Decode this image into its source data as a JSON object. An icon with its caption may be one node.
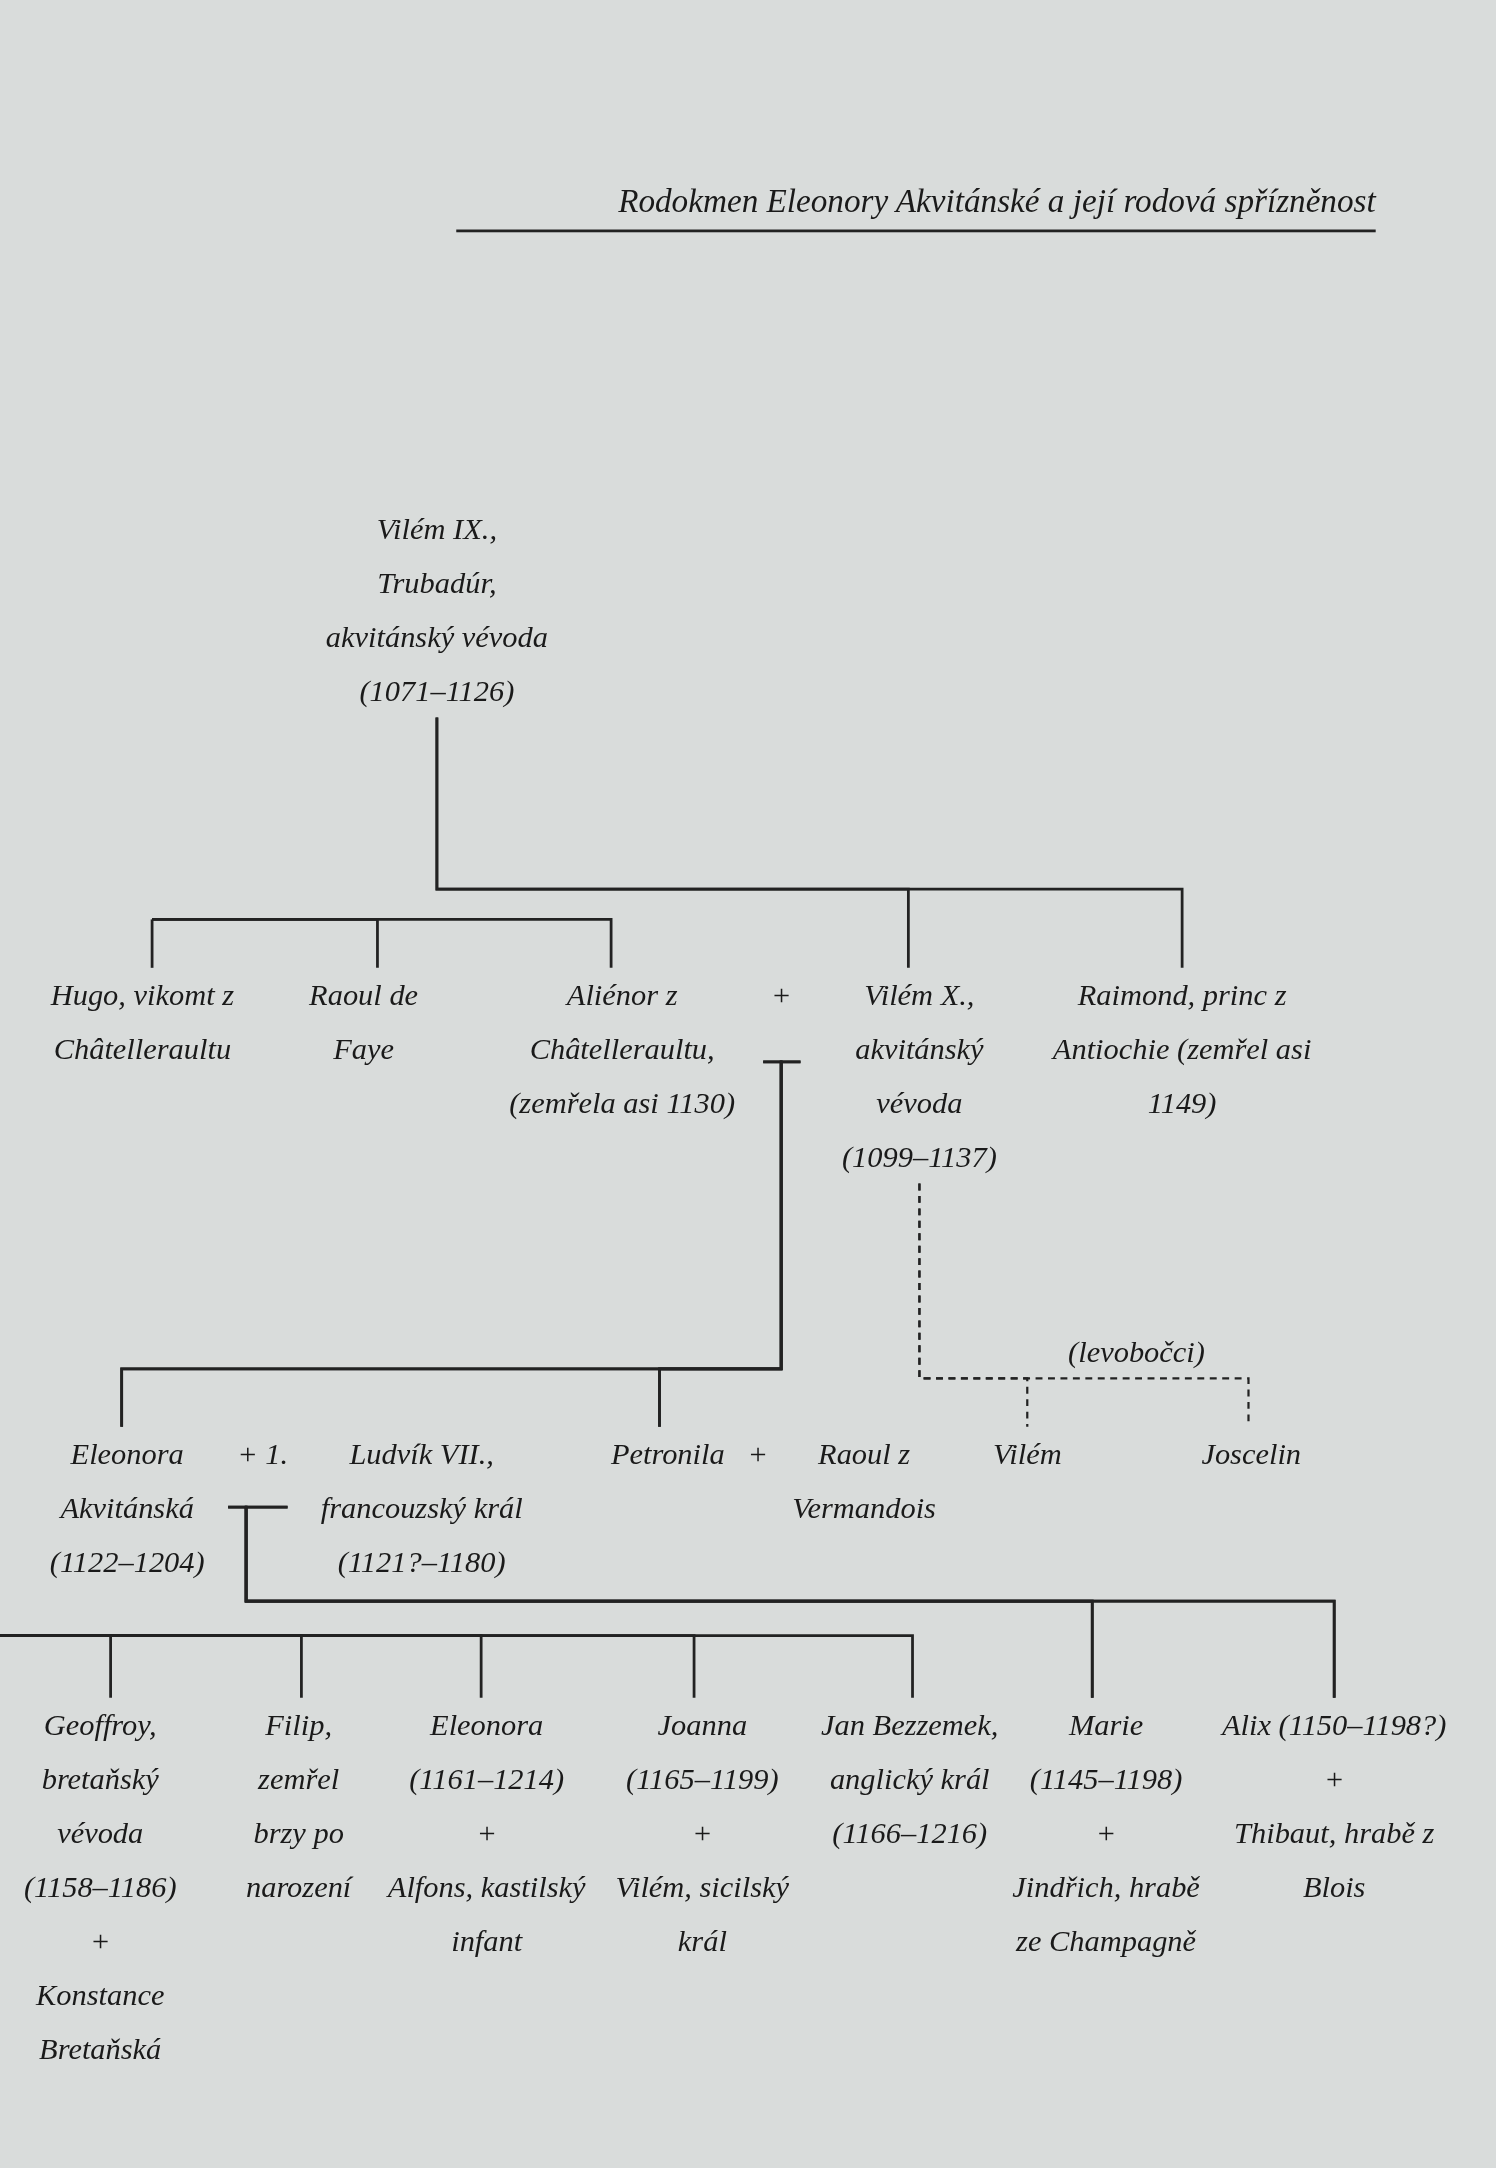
{
  "diagram": {
    "title": "Rodokmen Eleonory Akvitánské a její rodová spřízněnost",
    "nodes": [
      {
        "text": [
          "Vilém IX., Trubadúr, akvitánský vévoda (1071–1126)"
        ]
      },
      {
        "text": [
          "Hugo, vikomt z Châtelleraultu"
        ]
      },
      {
        "text": [
          "Raoul de Faye"
        ]
      },
      {
        "text": [
          "Aliénor z Châtelleraultu, (zemřela asi 1130)"
        ]
      },
      {
        "text": [
          "Vilém X., akvitánský vévoda (1099–1137)"
        ]
      },
      {
        "text": [
          "Raimond, princ z Antiochie (zemřel asi 1149)"
        ]
      },
      {
        "text": [
          "Eleonora Akvitánská (1122–1204)"
        ]
      },
      {
        "text": [
          "Ludvík VII., francouzský král (1121?–1180)"
        ]
      },
      {
        "text": [
          "Petronila"
        ]
      },
      {
        "text": [
          "Raoul z Vermandois"
        ]
      },
      {
        "text": [
          "Vilém"
        ]
      },
      {
        "text": [
          "Joscelin"
        ]
      },
      {
        "text": [
          "Geoffroy, bretaňský vévoda (1158–1186)",
          "+",
          "Konstance Bretaňská"
        ]
      },
      {
        "text": [
          "Filip, zemřel brzy po narození"
        ]
      },
      {
        "text": [
          "Eleonora (1161–1214)",
          "+",
          "Alfons, kastilský infant"
        ]
      },
      {
        "text": [
          "Joanna (1165–1199)",
          "+",
          "Vilém, sicilský král"
        ]
      },
      {
        "text": [
          "Jan Bezzemek, anglický král (1166–1216)"
        ]
      },
      {
        "text": [
          "Marie (1145–1198)",
          "+",
          "Jindřich, hrabě ze Champagně"
        ]
      },
      {
        "text": [
          "Alix (1150–1198?)",
          "+",
          "Thibaut, hrabě z Blois"
        ]
      }
    ],
    "edges": [
      {
        "from": 0,
        "to": 4,
        "arrow": "none"
      },
      {
        "from": 0,
        "to": 5,
        "arrow": "none"
      },
      {
        "from": null,
        "to": 1,
        "arrow": "none"
      },
      {
        "from": null,
        "to": 2,
        "arrow": "none"
      },
      {
        "from": null,
        "to": 3,
        "arrow": "none"
      },
      {
        "from": 3,
        "to": 6,
        "arrow": "none"
      },
      {
        "from": 3,
        "to": 8,
        "arrow": "none"
      },
      {
        "from": 4,
        "to": 6,
        "arrow": "none"
      },
      {
        "from": 4,
        "to": 8,
        "arrow": "none"
      },
      {
        "from": 4,
        "to": 10,
        "arrow": "none",
        "style": "dashed"
      },
      {
        "from": 4,
        "to": 11,
        "arrow": "none",
        "style": "dashed"
      },
      {
        "from": 6,
        "to": 17,
        "arrow": "none"
      },
      {
        "from": 7,
        "to": 17,
        "arrow": "none"
      },
      {
        "from": 6,
        "to": 18,
        "arrow": "none"
      },
      {
        "from": 7,
        "to": 18,
        "arrow": "none"
      },
      {
        "from": null,
        "to": 12,
        "arrow": "none"
      },
      {
        "from": null,
        "to": 13,
        "arrow": "none"
      },
      {
        "from": null,
        "to": 14,
        "arrow": "none"
      },
      {
        "from": null,
        "to": 15,
        "arrow": "none"
      },
      {
        "from": null,
        "to": 16,
        "arrow": "none"
      }
    ],
    "labels": [
      "+",
      "(levobočci)",
      "+ 1.",
      "+"
    ]
  }
}
